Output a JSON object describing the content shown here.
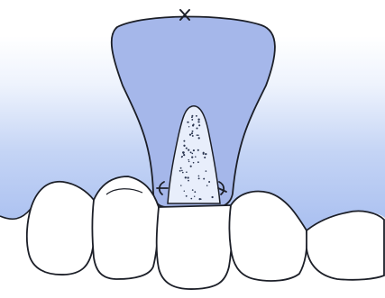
{
  "figure": {
    "colors": {
      "background": "#ffffff",
      "gingiva_light": "#eef3fd",
      "gingiva_mid": "#c4d4f5",
      "gingiva_dark": "#a9bff0",
      "flap": "#a5b7ea",
      "graft_dots": "#2a3550",
      "outline": "#1c1f28"
    },
    "elements": [
      "gingiva",
      "pedicle-flap",
      "dotted-graft",
      "suture-top",
      "suture-left",
      "suture-right",
      "central-incisor",
      "lateral-incisor-left",
      "lateral-incisor-right",
      "canine-left",
      "canine-right"
    ]
  }
}
